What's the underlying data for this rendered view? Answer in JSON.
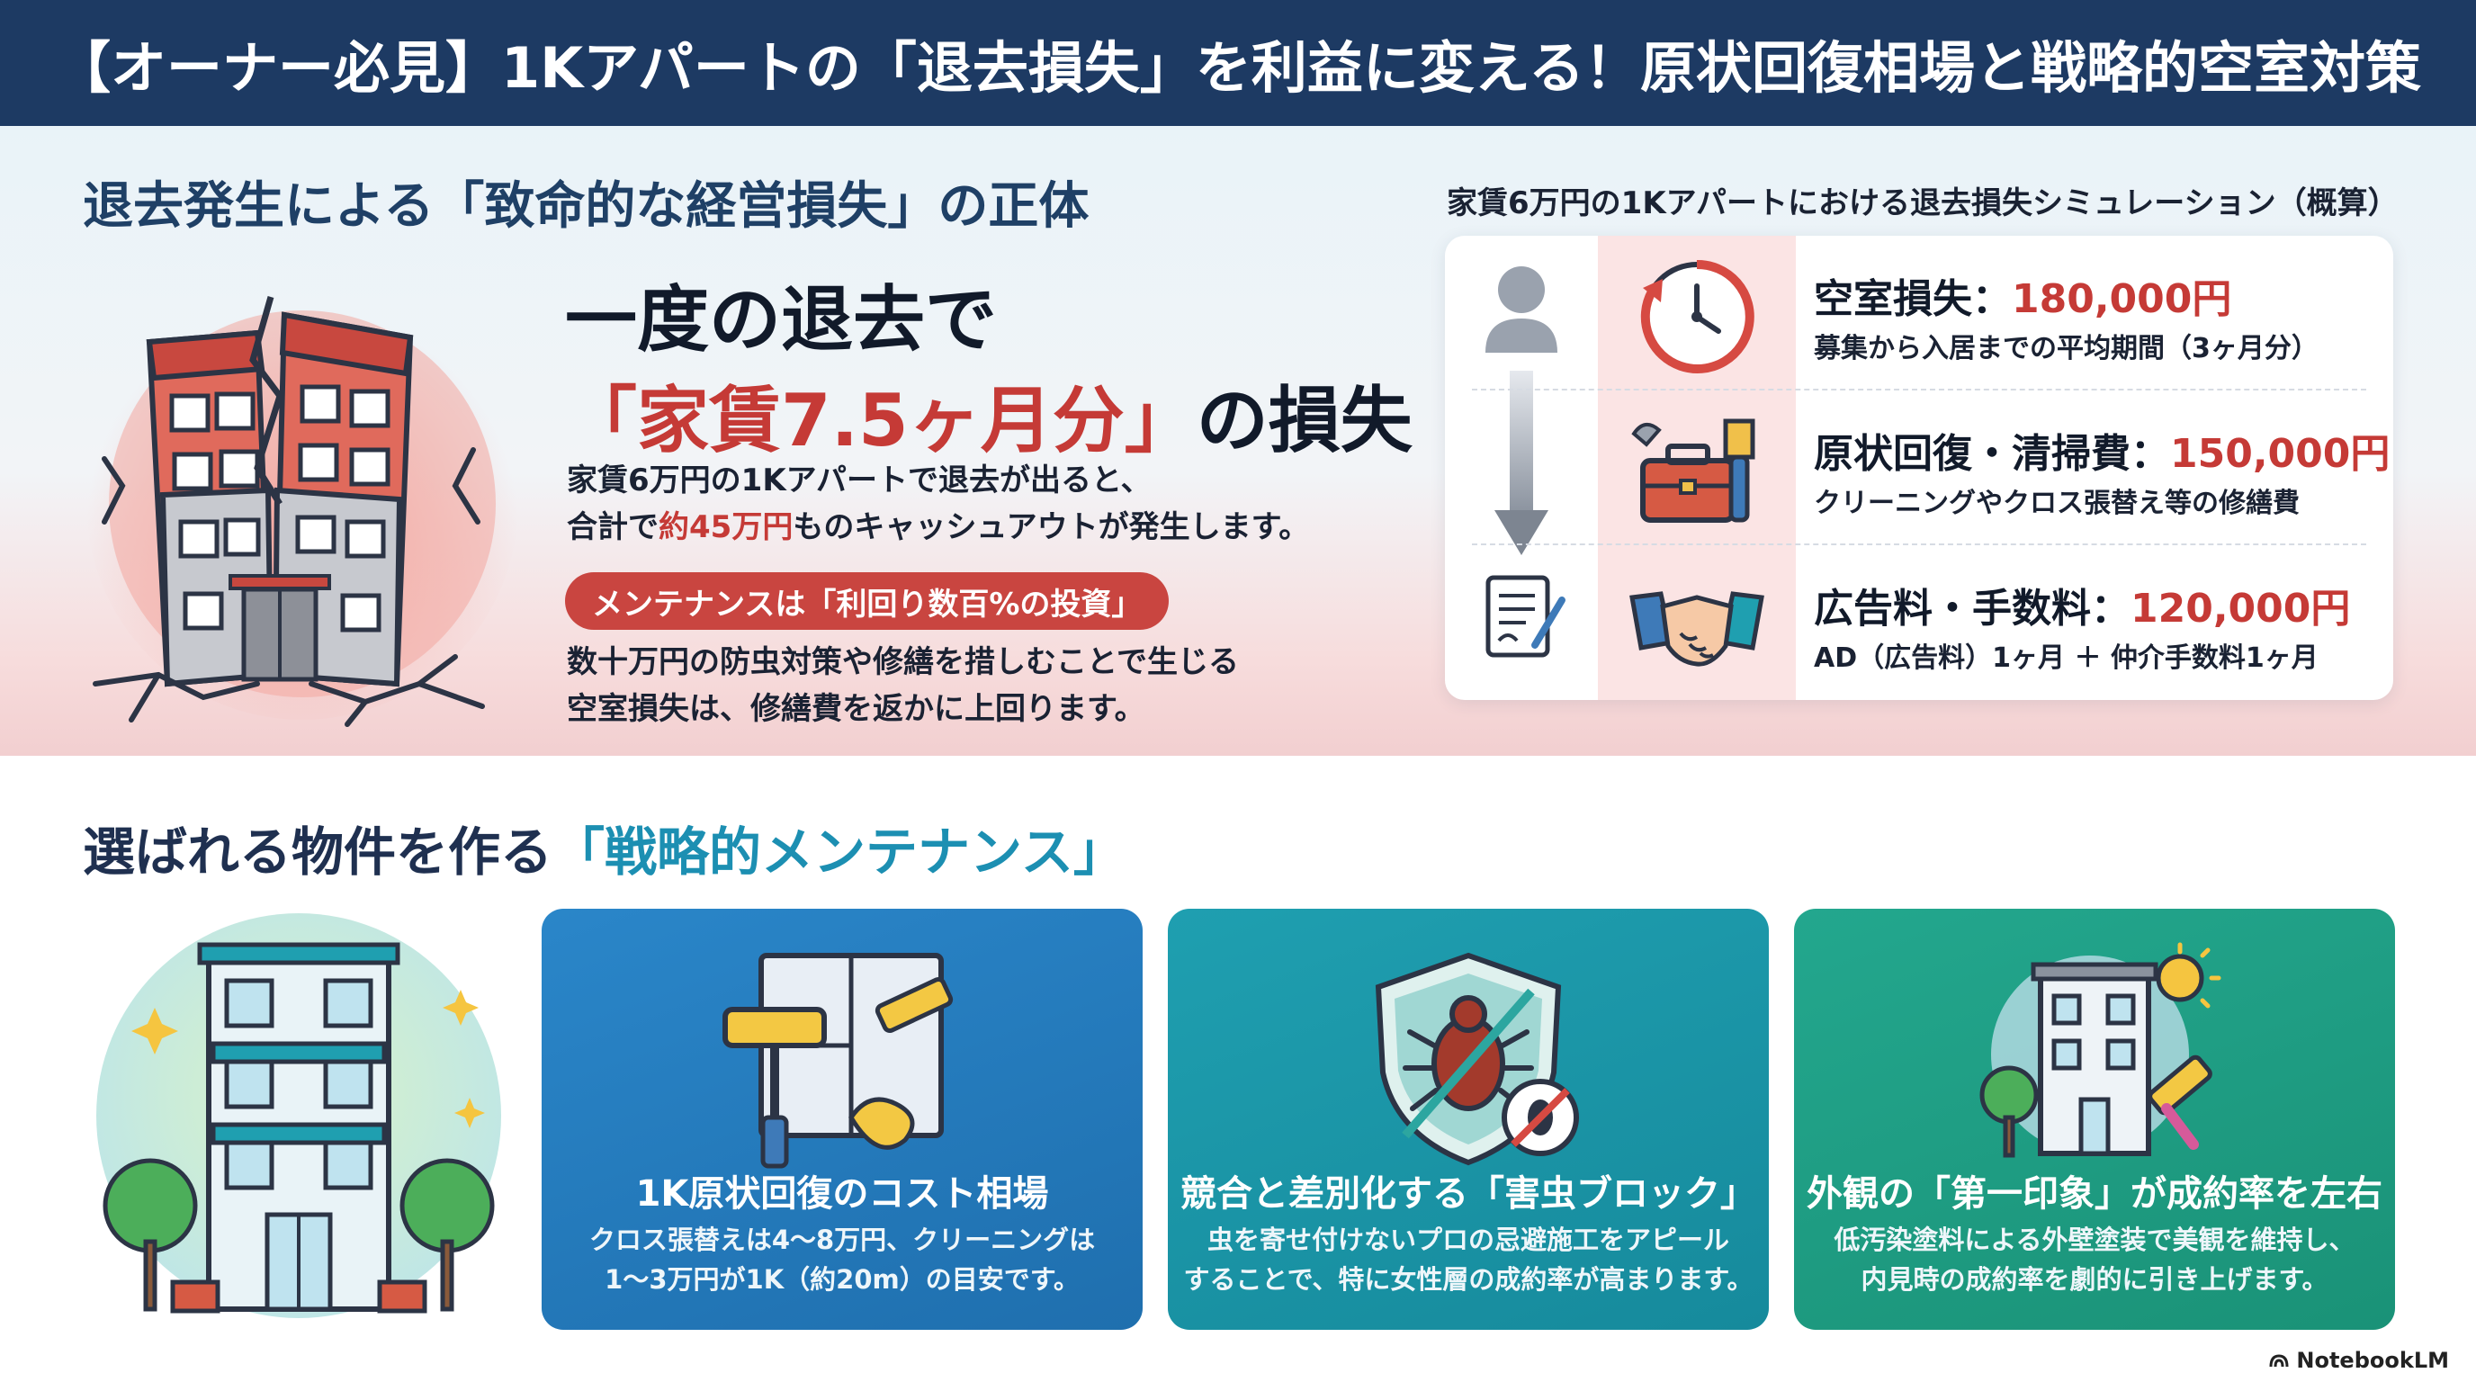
{
  "header": {
    "title": "【オーナー必見】1Kアパートの「退去損失」を利益に変える！原状回復相場と戦略的空室対策"
  },
  "section1": {
    "title": "退去発生による「致命的な経営損失」の正体",
    "headline_line1": "一度の退去で",
    "headline_line2_red": "「家賃7.5ヶ月分」",
    "headline_line2_black": "の損失",
    "body1_line1": "家賃6万円の1Kアパートで退去が出ると、",
    "body1_line2_pre": "合計で",
    "body1_line2_red": "約45万円",
    "body1_line2_post": "ものキャッシュアウトが発生します。",
    "pill": "メンテナンスは「利回り数百%の投資」",
    "body2_line1": "数十万円の防虫対策や修繕を措しむことで生じる",
    "body2_line2": "空室損失は、修繕費を返かに上回ります。"
  },
  "simulation": {
    "caption": "家賃6万円の1Kアパートにおける退去損失シミュレーション（概算）",
    "rows": [
      {
        "label": "空室損失：",
        "amount": "180,000円",
        "sub": "募集から入居までの平均期間（3ヶ月分）",
        "icon": "clock-icon"
      },
      {
        "label": "原状回復・清掃費：",
        "amount": "150,000円",
        "sub": "クリーニングやクロス張替え等の修繕費",
        "icon": "toolbox-icon"
      },
      {
        "label": "広告料・手数料：",
        "amount": "120,000円",
        "sub": "AD（広告料）1ヶ月 ＋ 仲介手数料1ヶ月",
        "icon": "handshake-icon"
      }
    ]
  },
  "section2": {
    "title_pre": "選ばれる物件を作る",
    "title_teal": "「戦略的メンテナンス」"
  },
  "cards": [
    {
      "title": "1K原状回復のコスト相場",
      "line1": "クロス張替えは4〜8万円、クリーニングは",
      "line2": "1〜3万円が1K（約20m）の目安です。",
      "icon": "paint-roller-icon"
    },
    {
      "title": "競合と差別化する「害虫ブロック」",
      "line1": "虫を寄せ付けないプロの忌避施工をアピール",
      "line2": "することで、特に女性層の成約率が高まります。",
      "icon": "shield-bug-icon"
    },
    {
      "title": "外観の「第一印象」が成約率を左右",
      "line1": "低汚染塗料による外壁塗装で美観を維持し、",
      "line2": "内見時の成約率を劇的に引き上げます。",
      "icon": "building-paint-icon"
    }
  ],
  "brand": "NotebookLM",
  "colors": {
    "header_bg": "#1d3a63",
    "accent_red": "#c53a36",
    "accent_teal": "#1c8fb2",
    "card_blue": "#2a86c9",
    "card_cyan": "#1f9fb0",
    "card_green": "#23a78e"
  }
}
